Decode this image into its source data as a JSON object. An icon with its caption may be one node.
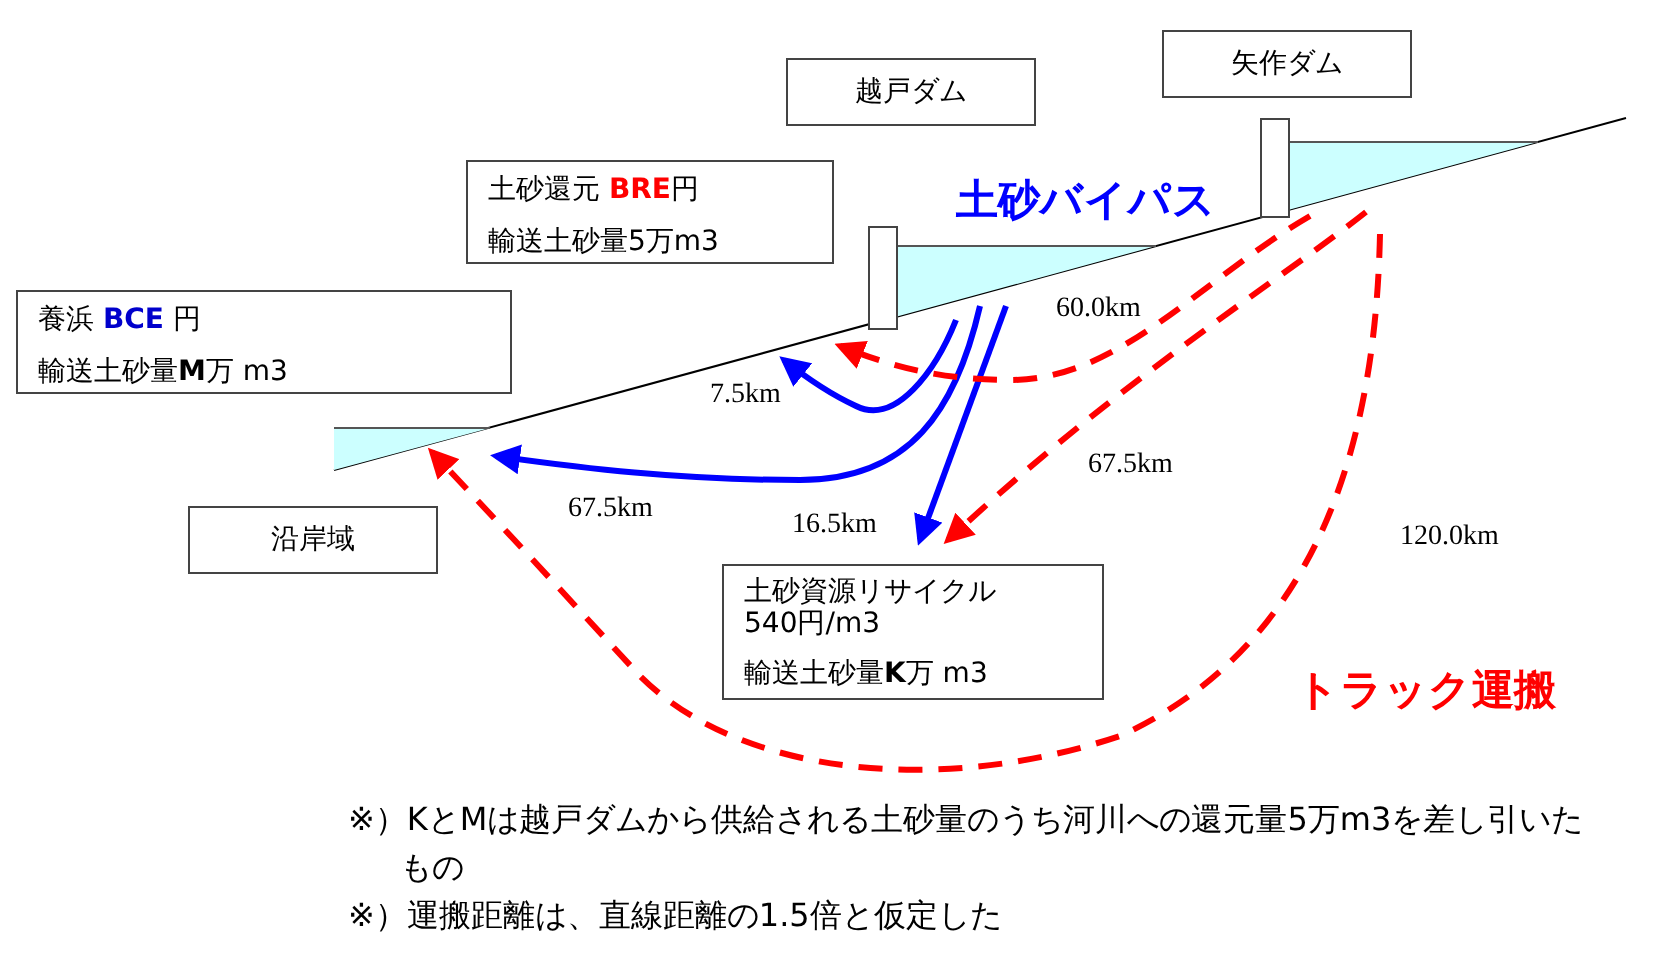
{
  "diagram": {
    "nodes": [
      {
        "text": [
          "越戸ダム"
        ]
      },
      {
        "text": [
          "矢作ダム"
        ]
      },
      {
        "text": [
          "土砂還元 **BRE**円",
          "輸送土砂量5万m3"
        ]
      },
      {
        "text": [
          "養浜 **BCE** 円",
          "輸送土砂量**M**万 m3"
        ]
      },
      {
        "text": [
          "沿岸域"
        ]
      },
      {
        "text": [
          "土砂資源リサイクル540円/m3",
          "輸送土砂量**K**万 m3"
        ]
      },
      {
        "text": [],
        "shape": "picture"
      },
      {
        "text": [],
        "shape": "picture"
      },
      {
        "text": [],
        "shape": "triangle"
      }
    ],
    "edges": [
      {
        "from": 6,
        "to": null,
        "arrow": "to",
        "label": "7.5km",
        "color": "#0000ff"
      },
      {
        "from": 6,
        "to": 8,
        "arrow": "to",
        "label": "67.5km",
        "color": "#0000ff"
      },
      {
        "from": 6,
        "to": 5,
        "arrow": "to",
        "label": "16.5km",
        "color": "#0000ff"
      },
      {
        "from": 7,
        "to": 6,
        "arrow": "to",
        "label": "60.0km",
        "style": "dashed",
        "color": "#ff0000"
      },
      {
        "from": 7,
        "to": 5,
        "arrow": "to",
        "label": "67.5km",
        "style": "dashed",
        "color": "#ff0000"
      },
      {
        "from": 7,
        "to": 8,
        "arrow": "to",
        "label": "120.0km",
        "style": "dashed",
        "color": "#ff0000"
      }
    ],
    "labels": [
      "土砂バイパス",
      "トラック運搬",
      "※）KとMは越戸ダムから供給される土砂量のうち河川への還元量5万m3を差し引いたもの",
      "※）運搬距離は、直線距離の1.5倍と仮定した"
    ]
  }
}
